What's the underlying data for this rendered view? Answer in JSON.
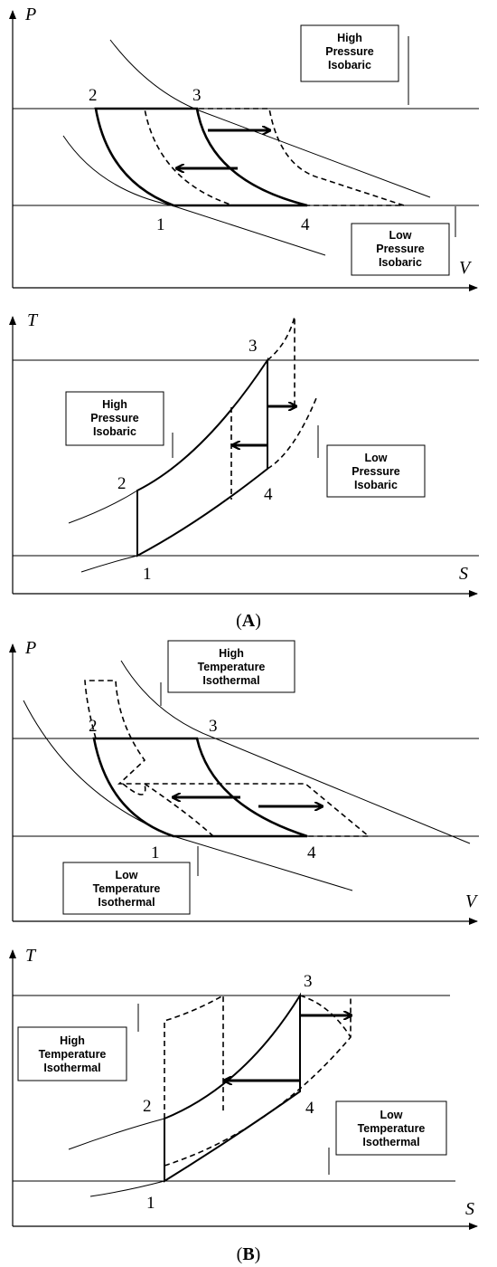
{
  "panelA": {
    "pv": {
      "ylabel": "P",
      "xlabel": "V",
      "points": [
        "1",
        "2",
        "3",
        "4"
      ],
      "box_high": [
        "High",
        "Pressure",
        "Isobaric"
      ],
      "box_low": [
        "Low",
        "Pressure",
        "Isobaric"
      ]
    },
    "ts": {
      "ylabel": "T",
      "xlabel": "S",
      "points": [
        "1",
        "2",
        "3",
        "4"
      ],
      "box_high": [
        "High",
        "Pressure",
        "Isobaric"
      ],
      "box_low": [
        "Low",
        "Pressure",
        "Isobaric"
      ]
    },
    "caption": {
      "open": "(",
      "letter": "A",
      "close": ")"
    }
  },
  "panelB": {
    "pv": {
      "ylabel": "P",
      "xlabel": "V",
      "points": [
        "1",
        "2",
        "3",
        "4"
      ],
      "box_high": [
        "High",
        "Temperature",
        "Isothermal"
      ],
      "box_low": [
        "Low",
        "Temperature",
        "Isothermal"
      ]
    },
    "ts": {
      "ylabel": "T",
      "xlabel": "S",
      "points": [
        "1",
        "2",
        "3",
        "4"
      ],
      "box_high": [
        "High",
        "Temperature",
        "Isothermal"
      ],
      "box_low": [
        "Low",
        "Temperature",
        "Isothermal"
      ]
    },
    "caption": {
      "open": "(",
      "letter": "B",
      "close": ")"
    }
  }
}
